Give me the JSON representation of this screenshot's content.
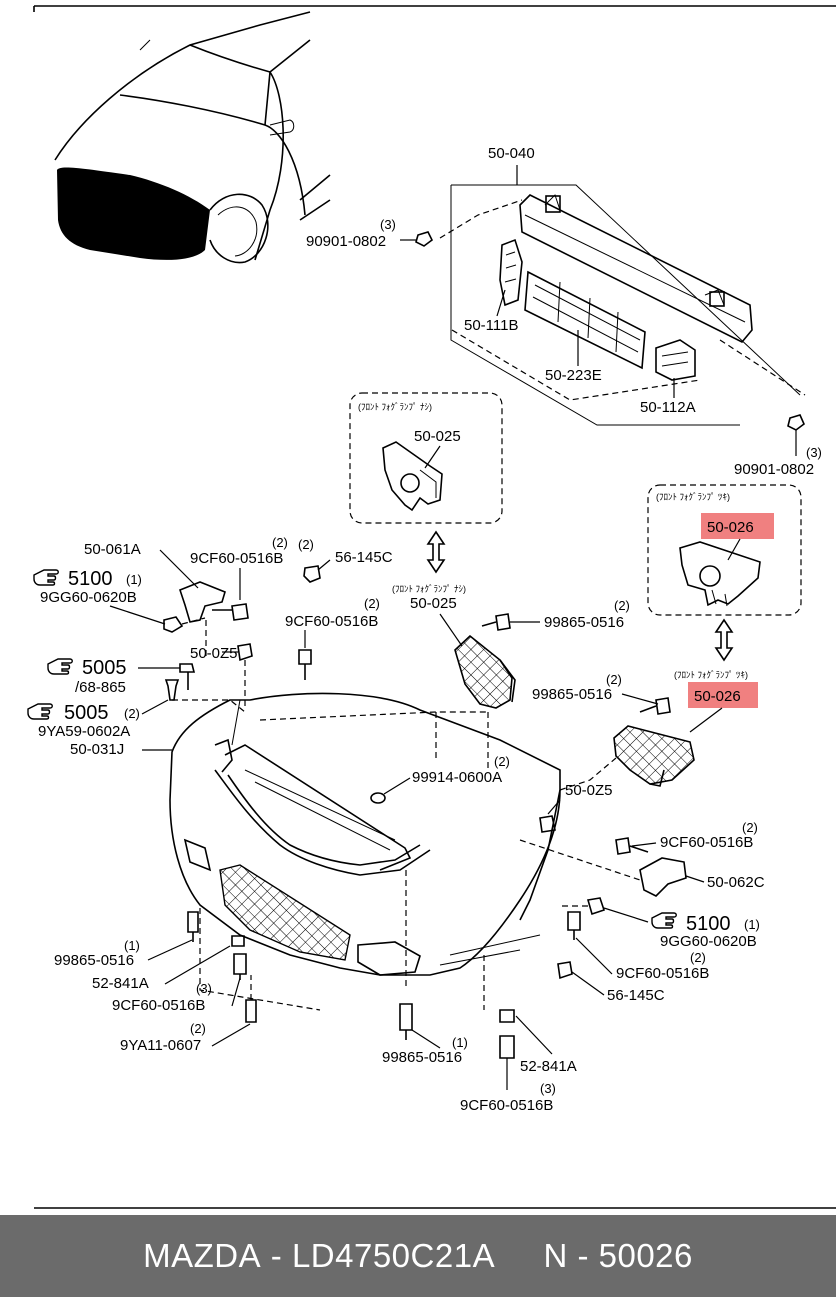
{
  "footer": {
    "brand": "MAZDA",
    "sep1": " - ",
    "oem": "LD4750C21A",
    "spacer": "     ",
    "n_label": "N",
    "sep2": " - ",
    "n_number": "50026"
  },
  "parts": {
    "p50_040": "50-040",
    "p90901_top_qty": "(3)",
    "p90901_top": "90901-0802",
    "p50_111b": "50-111B",
    "p50_223e": "50-223E",
    "p50_112a": "50-112A",
    "p90901_right_qty": "(3)",
    "p90901_right": "90901-0802",
    "fog_jp_left_box": "(ﾌﾛﾝﾄ ﾌｫｸﾞﾗﾝﾌﾟ ﾅｼ)",
    "p50_025_box": "50-025",
    "fog_jp_right_box": "(ﾌﾛﾝﾄ ﾌｫｸﾞﾗﾝﾌﾟ ﾂｷ)",
    "p50_026_box": "50-026",
    "p50_061a": "50-061A",
    "p9cf60_a_qty": "(2)",
    "p9cf60_a": "9CF60-0516B",
    "p56_145c_a": "56-145C",
    "s5100_a": "5100",
    "s5100_a_qty": "(1)",
    "p9gg60_a": "9GG60-0620B",
    "fog_jp_mid_left": "(ﾌﾛﾝﾄ ﾌｫｸﾞﾗﾝﾌﾟ ﾅｼ)",
    "p50_025_mid": "50-025",
    "p9cf60_b_qty": "(2)",
    "p9cf60_b": "9CF60-0516B",
    "p99865_a_qty": "(2)",
    "p99865_a": "99865-0516",
    "p50_0z5_a": "50-0Z5",
    "s5005_a": "5005",
    "p68_865": "/68-865",
    "s5005_b": "5005",
    "s5005_b_qty": "(2)",
    "p9ya59": "9YA59-0602A",
    "p50_031j": "50-031J",
    "fog_jp_mid_right": "(ﾌﾛﾝﾄ ﾌｫｸﾞﾗﾝﾌﾟ ﾂｷ)",
    "p50_026_mid": "50-026",
    "p99865_b_qty": "(2)",
    "p99865_b": "99865-0516",
    "p99914_qty": "(2)",
    "p99914": "99914-0600A",
    "p50_0z5_b": "50-0Z5",
    "p9cf60_c_qty": "(2)",
    "p9cf60_c": "9CF60-0516B",
    "p50_062c": "50-062C",
    "s5100_b": "5100",
    "s5100_b_qty": "(1)",
    "p9gg60_b": "9GG60-0620B",
    "p99865_c_qty": "(1)",
    "p99865_c": "99865-0516",
    "p52_841a_a": "52-841A",
    "p9cf60_d_qty": "(3)",
    "p9cf60_d": "9CF60-0516B",
    "p9ya11_qty": "(2)",
    "p9ya11": "9YA11-0607",
    "p9cf60_e_qty": "(2)",
    "p9cf60_e": "9CF60-0516B",
    "p56_145c_b": "56-145C",
    "p99865_d_qty": "(1)",
    "p99865_d": "99865-0516",
    "p52_841a_b": "52-841A",
    "p9cf60_f_qty": "(3)",
    "p9cf60_f": "9CF60-0516B"
  },
  "colors": {
    "highlight": "#f08080",
    "footer_bg": "#6b6b6b",
    "footer_text": "#ffffff"
  },
  "icons": {
    "hand_pointer": "hand-pointer-icon"
  }
}
